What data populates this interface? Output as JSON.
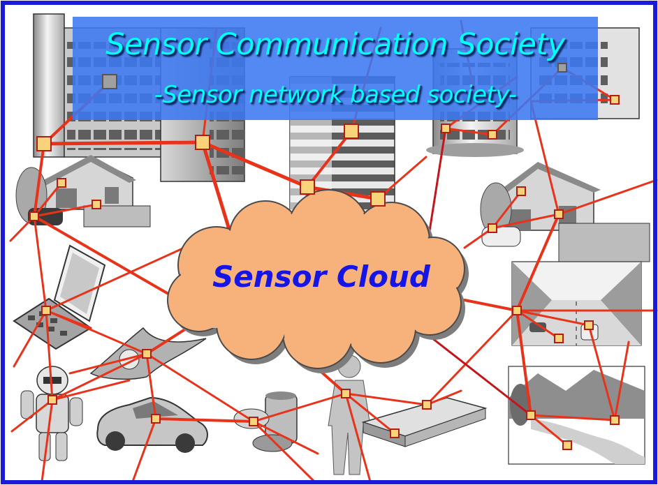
{
  "title": "Sensor Communication Society",
  "subtitle": "-Sensor network based society-",
  "cloud_label": "Sensor Cloud",
  "colors": {
    "frame": "#1a1ad8",
    "banner": "#3c78f0",
    "title_text": "#00ffff",
    "cloud_fill": "#f7b27c",
    "cloud_label": "#1515e6",
    "link": "#e8331a",
    "link_dark": "#c4141c",
    "node_fill": "#f9d37a",
    "node_stroke": "#b31c12",
    "illustration_gray": "#9a9a9a"
  },
  "scenes": [
    {
      "name": "office-buildings",
      "icon": "building-icon"
    },
    {
      "name": "houses",
      "icon": "house-icon"
    },
    {
      "name": "mobile-phone",
      "icon": "phone-icon"
    },
    {
      "name": "robot",
      "icon": "robot-icon"
    },
    {
      "name": "car",
      "icon": "car-icon"
    },
    {
      "name": "medicine",
      "icon": "medicine-icon"
    },
    {
      "name": "person-and-bed",
      "icon": "person-icon"
    },
    {
      "name": "road-traffic",
      "icon": "road-icon"
    },
    {
      "name": "river-landscape",
      "icon": "landscape-icon"
    },
    {
      "name": "manta-glider",
      "icon": "glider-icon"
    }
  ]
}
